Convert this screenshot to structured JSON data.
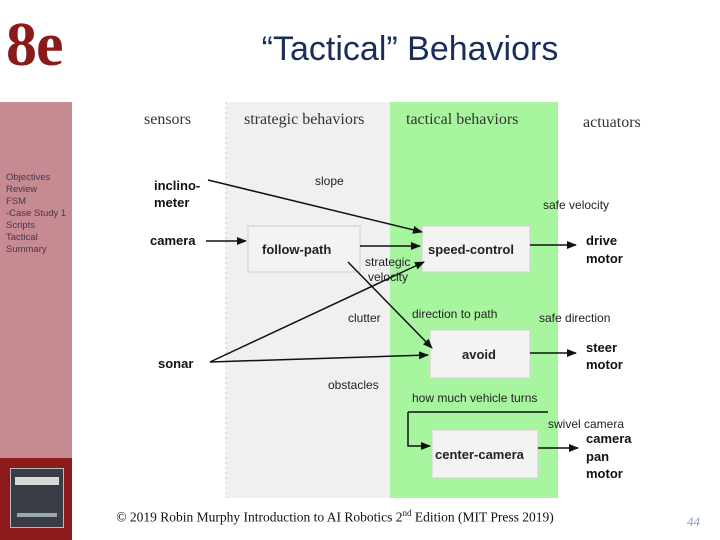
{
  "logo": "8e",
  "title": "“Tactical” Behaviors",
  "sidebar_nav": [
    "Objectives",
    "Review",
    "FSM",
    "-Case Study 1",
    "Scripts",
    "Tactical",
    "Summary"
  ],
  "diagram": {
    "columns": {
      "sensors": "sensors",
      "strategic": "strategic behaviors",
      "tactical": "tactical behaviors",
      "actuators": "actuators"
    },
    "sensors": {
      "inclinometer_line1": "inclino-",
      "inclinometer_line2": "meter",
      "camera": "camera",
      "sonar": "sonar"
    },
    "behaviors": {
      "follow_path": "follow-path",
      "speed_control": "speed-control",
      "avoid": "avoid",
      "center_camera": "center-camera"
    },
    "actuators": {
      "drive_line1": "drive",
      "drive_line2": "motor",
      "steer_line1": "steer",
      "steer_line2": "motor",
      "cam_line1": "camera",
      "cam_line2": "pan",
      "cam_line3": "motor"
    },
    "edge_labels": {
      "slope": "slope",
      "safe_velocity": "safe velocity",
      "strategic_velocity_line1": "strategic",
      "strategic_velocity_line2": "velocity",
      "clutter": "clutter",
      "direction_to_path": "direction to path",
      "safe_direction": "safe direction",
      "obstacles": "obstacles",
      "how_much_turns": "how much vehicle turns",
      "swivel_camera": "swivel camera"
    },
    "colors": {
      "tactical_band": "#a8f5a0",
      "strategic_band": "#f0f0f0",
      "node_box": "#f3f3f3",
      "arrow": "#111111"
    }
  },
  "footer": {
    "text_before": "© 2019 Robin Murphy Introduction to AI Robotics 2",
    "superscript": "nd",
    "text_after": " Edition (MIT Press 2019)"
  },
  "page_number": "44"
}
